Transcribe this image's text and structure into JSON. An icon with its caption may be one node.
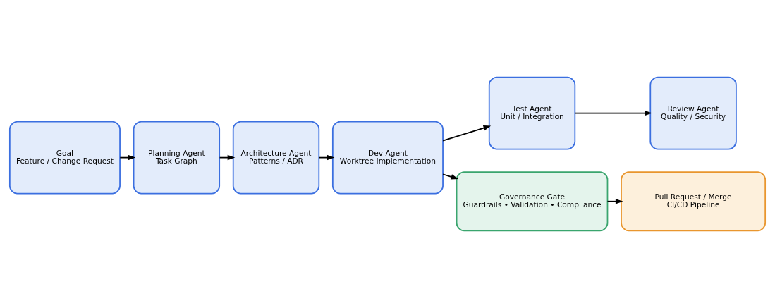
{
  "diagram": {
    "nodes": [
      {
        "text": [
          "Goal",
          "Feature / Change Request"
        ]
      },
      {
        "text": [
          "Planning Agent",
          "Task Graph"
        ]
      },
      {
        "text": [
          "Architecture Agent",
          "Patterns / ADR"
        ]
      },
      {
        "text": [
          "Dev Agent",
          "Worktree Implementation"
        ]
      },
      {
        "text": [
          "Test Agent",
          "Unit / Integration"
        ]
      },
      {
        "text": [
          "Review Agent",
          "Quality / Security"
        ]
      },
      {
        "text": [
          "Governance Gate",
          "Guardrails • Validation • Compliance"
        ]
      },
      {
        "text": [
          "Pull Request / Merge",
          "CI/CD Pipeline"
        ]
      }
    ],
    "edges": [
      {
        "from": 0,
        "to": 1,
        "arrow": "to"
      },
      {
        "from": 1,
        "to": 2,
        "arrow": "to"
      },
      {
        "from": 2,
        "to": 3,
        "arrow": "to"
      },
      {
        "from": 3,
        "to": 4,
        "arrow": "to"
      },
      {
        "from": 4,
        "to": 5,
        "arrow": "to"
      },
      {
        "from": 3,
        "to": 6,
        "arrow": "to"
      },
      {
        "from": 6,
        "to": 7,
        "arrow": "to"
      }
    ]
  }
}
